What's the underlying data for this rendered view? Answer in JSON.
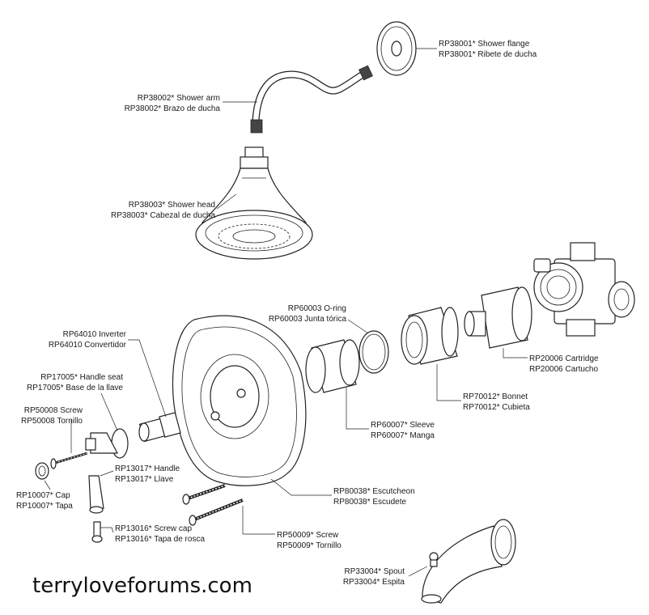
{
  "labels": {
    "shower_flange": {
      "en": "RP38001* Shower flange",
      "es": "RP38001* Ribete de ducha"
    },
    "shower_arm": {
      "en": "RP38002* Shower arm",
      "es": "RP38002* Brazo de ducha"
    },
    "shower_head": {
      "en": "RP38003* Shower head",
      "es": "RP38003* Cabezal de ducha"
    },
    "o_ring": {
      "en": "RP60003 O-ring",
      "es": "RP60003 Junta tórica"
    },
    "inverter": {
      "en": "RP64010  Inverter",
      "es": "RP64010  Convertidor"
    },
    "handle_seat": {
      "en": "RP17005* Handle seat",
      "es": "RP17005* Base de la llave"
    },
    "screw_small": {
      "en": "RP50008 Screw",
      "es": "RP50008 Tornillo"
    },
    "cartridge": {
      "en": "RP20006 Cartridge",
      "es": "RP20006 Cartucho"
    },
    "bonnet": {
      "en": "RP70012* Bonnet",
      "es": "RP70012* Cubieta"
    },
    "sleeve": {
      "en": "RP60007* Sleeve",
      "es": "RP60007*  Manga"
    },
    "handle": {
      "en": "RP13017* Handle",
      "es": "RP13017* Llave"
    },
    "cap": {
      "en": "RP10007* Cap",
      "es": "RP10007* Tapa"
    },
    "escutcheon": {
      "en": "RP80038* Escutcheon",
      "es": "RP80038* Escudete"
    },
    "screw_cap": {
      "en": "RP13016* Screw cap",
      "es": "RP13016* Tapa de rosca"
    },
    "screw_long": {
      "en": "RP50009* Screw",
      "es": "RP50009* Tornillo"
    },
    "spout": {
      "en": "RP33004* Spout",
      "es": "RP33004* Espita"
    }
  },
  "watermark": "terryloveforums.com"
}
